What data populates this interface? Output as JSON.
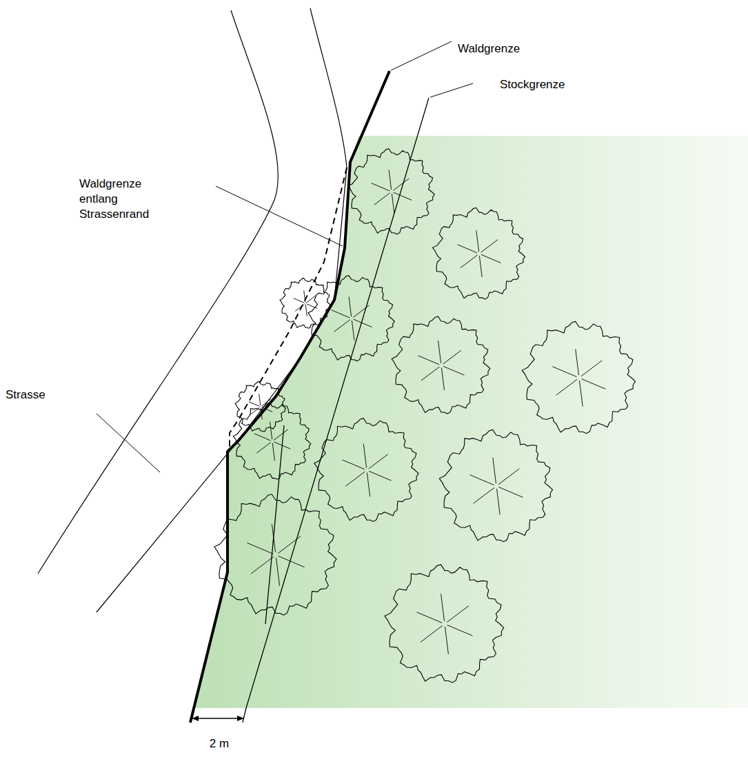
{
  "diagram": {
    "labels": [
      "Waldgrenze",
      "Stockgrenze",
      "Waldgrenze entlang Strassenrand",
      "Strasse",
      "2 m"
    ]
  }
}
